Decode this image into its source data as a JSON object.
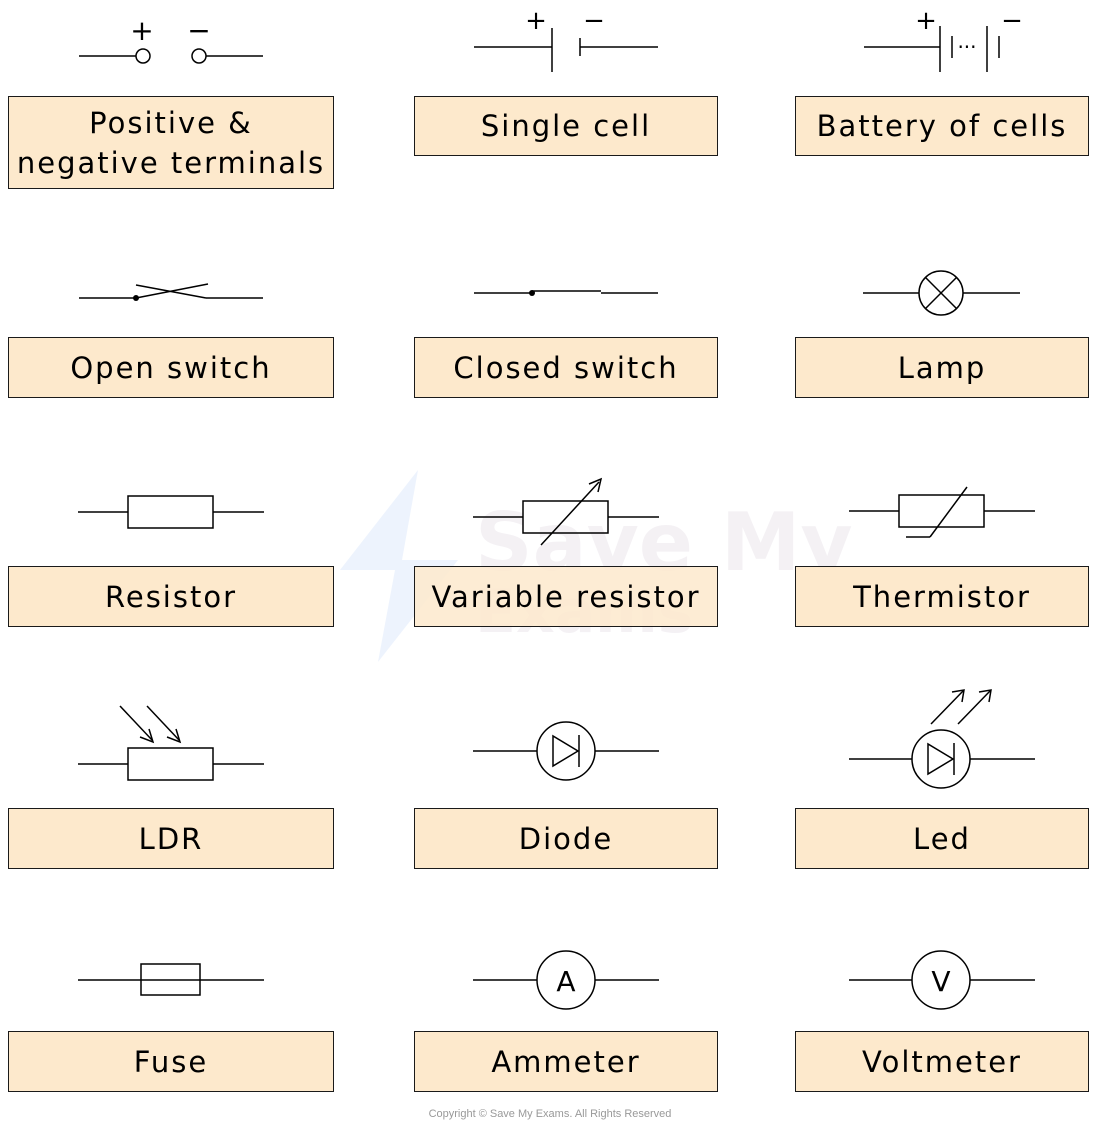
{
  "labels": {
    "terminals": "Positive & negative terminals",
    "single_cell": "Single cell",
    "battery": "Battery of cells",
    "open_switch": "Open switch",
    "closed_switch": "Closed switch",
    "lamp": "Lamp",
    "resistor": "Resistor",
    "variable_resistor": "Variable resistor",
    "thermistor": "Thermistor",
    "ldr": "LDR",
    "diode": "Diode",
    "led": "Led",
    "fuse": "Fuse",
    "ammeter": "Ammeter",
    "voltmeter": "Voltmeter"
  },
  "symbol_text": {
    "plus": "+",
    "minus": "−",
    "dots": "···",
    "ammeter_letter": "A",
    "voltmeter_letter": "V"
  },
  "watermark": {
    "line1": "Save My",
    "line2": "Exams"
  },
  "copyright": "Copyright © Save My Exams. All Rights Reserved",
  "colors": {
    "label_fill": "#fde9cc",
    "label_border": "#1a1a1a",
    "stroke": "#000000"
  }
}
